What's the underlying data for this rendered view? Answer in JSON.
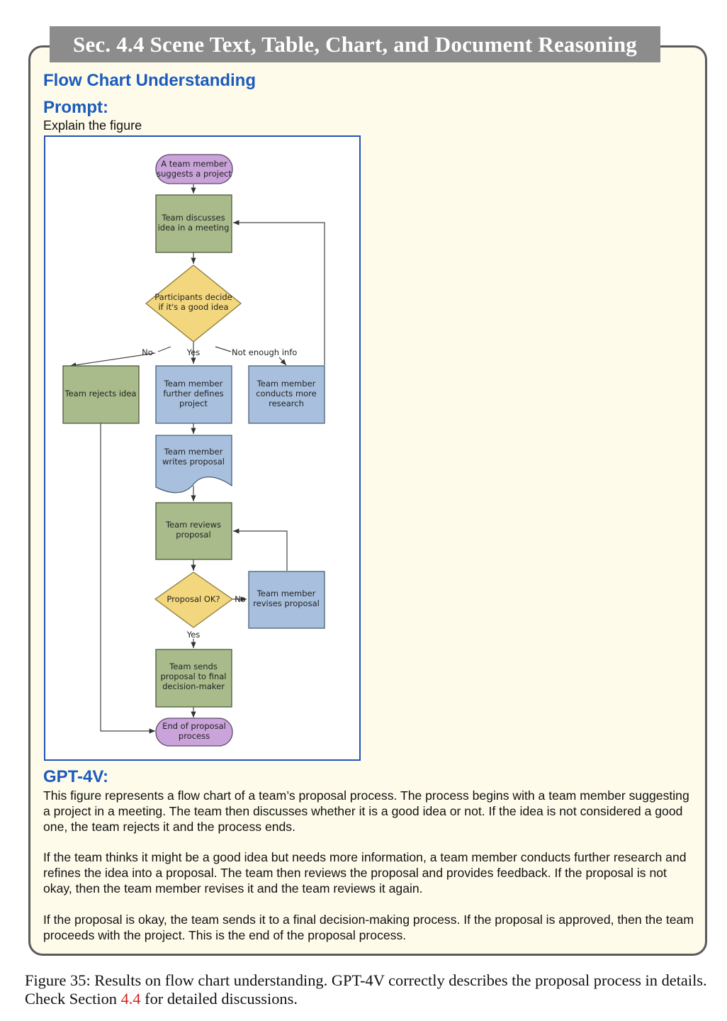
{
  "banner": "Sec. 4.4 Scene Text, Table, Chart, and Document Reasoning",
  "section_title": "Flow Chart Understanding",
  "prompt_label": "Prompt:",
  "prompt_text": "Explain the figure",
  "flowchart": {
    "nodes": {
      "start": [
        "A team member",
        "suggests a project"
      ],
      "discuss": [
        "Team discusses",
        "idea in a meeting"
      ],
      "decide": [
        "Participants decide",
        "if it's a good idea"
      ],
      "reject": [
        "Team rejects idea"
      ],
      "define": [
        "Team member",
        "further defines",
        "project"
      ],
      "research": [
        "Team member",
        "conducts more",
        "research"
      ],
      "write": [
        "Team member",
        "writes proposal"
      ],
      "review": [
        "Team reviews",
        "proposal"
      ],
      "ok": [
        "Proposal OK?"
      ],
      "revise": [
        "Team member",
        "revises proposal"
      ],
      "send": [
        "Team sends",
        "proposal to final",
        "decision-maker"
      ],
      "end": [
        "End of proposal",
        "process"
      ]
    },
    "labels": {
      "no1": "No",
      "yes1": "Yes",
      "notenough": "Not enough info",
      "no2": "No",
      "yes2": "Yes"
    },
    "colors": {
      "terminal": "#c9a3d9",
      "process_green": "#a9bb8b",
      "decision": "#f2d77e",
      "process_blue": "#a8c0de",
      "border": "#4b5a3a"
    }
  },
  "answer_label": "GPT-4V:",
  "answer_p1": "This figure represents a flow chart of a team’s proposal process. The process begins with a team member suggesting a project in a meeting. The team then discusses whether it is a good idea or not. If the idea is not considered a good one, the team rejects it and the process ends.",
  "answer_p2": "If the team thinks it might be a good idea but needs more information, a team member conducts further research and refines the idea into a proposal. The team then reviews the proposal and provides feedback. If the proposal is not okay, then the team member revises it and the team reviews it again.",
  "answer_p3": "If the proposal is okay, the team sends it to a final decision-making process. If the proposal is approved, then the team proceeds with the project. This is the end of the proposal process.",
  "caption": {
    "prefix": "Figure 35: Results on flow chart understanding. GPT-4V correctly describes the proposal process in details. Check Section ",
    "ref": "4.4",
    "suffix": " for detailed discussions."
  }
}
